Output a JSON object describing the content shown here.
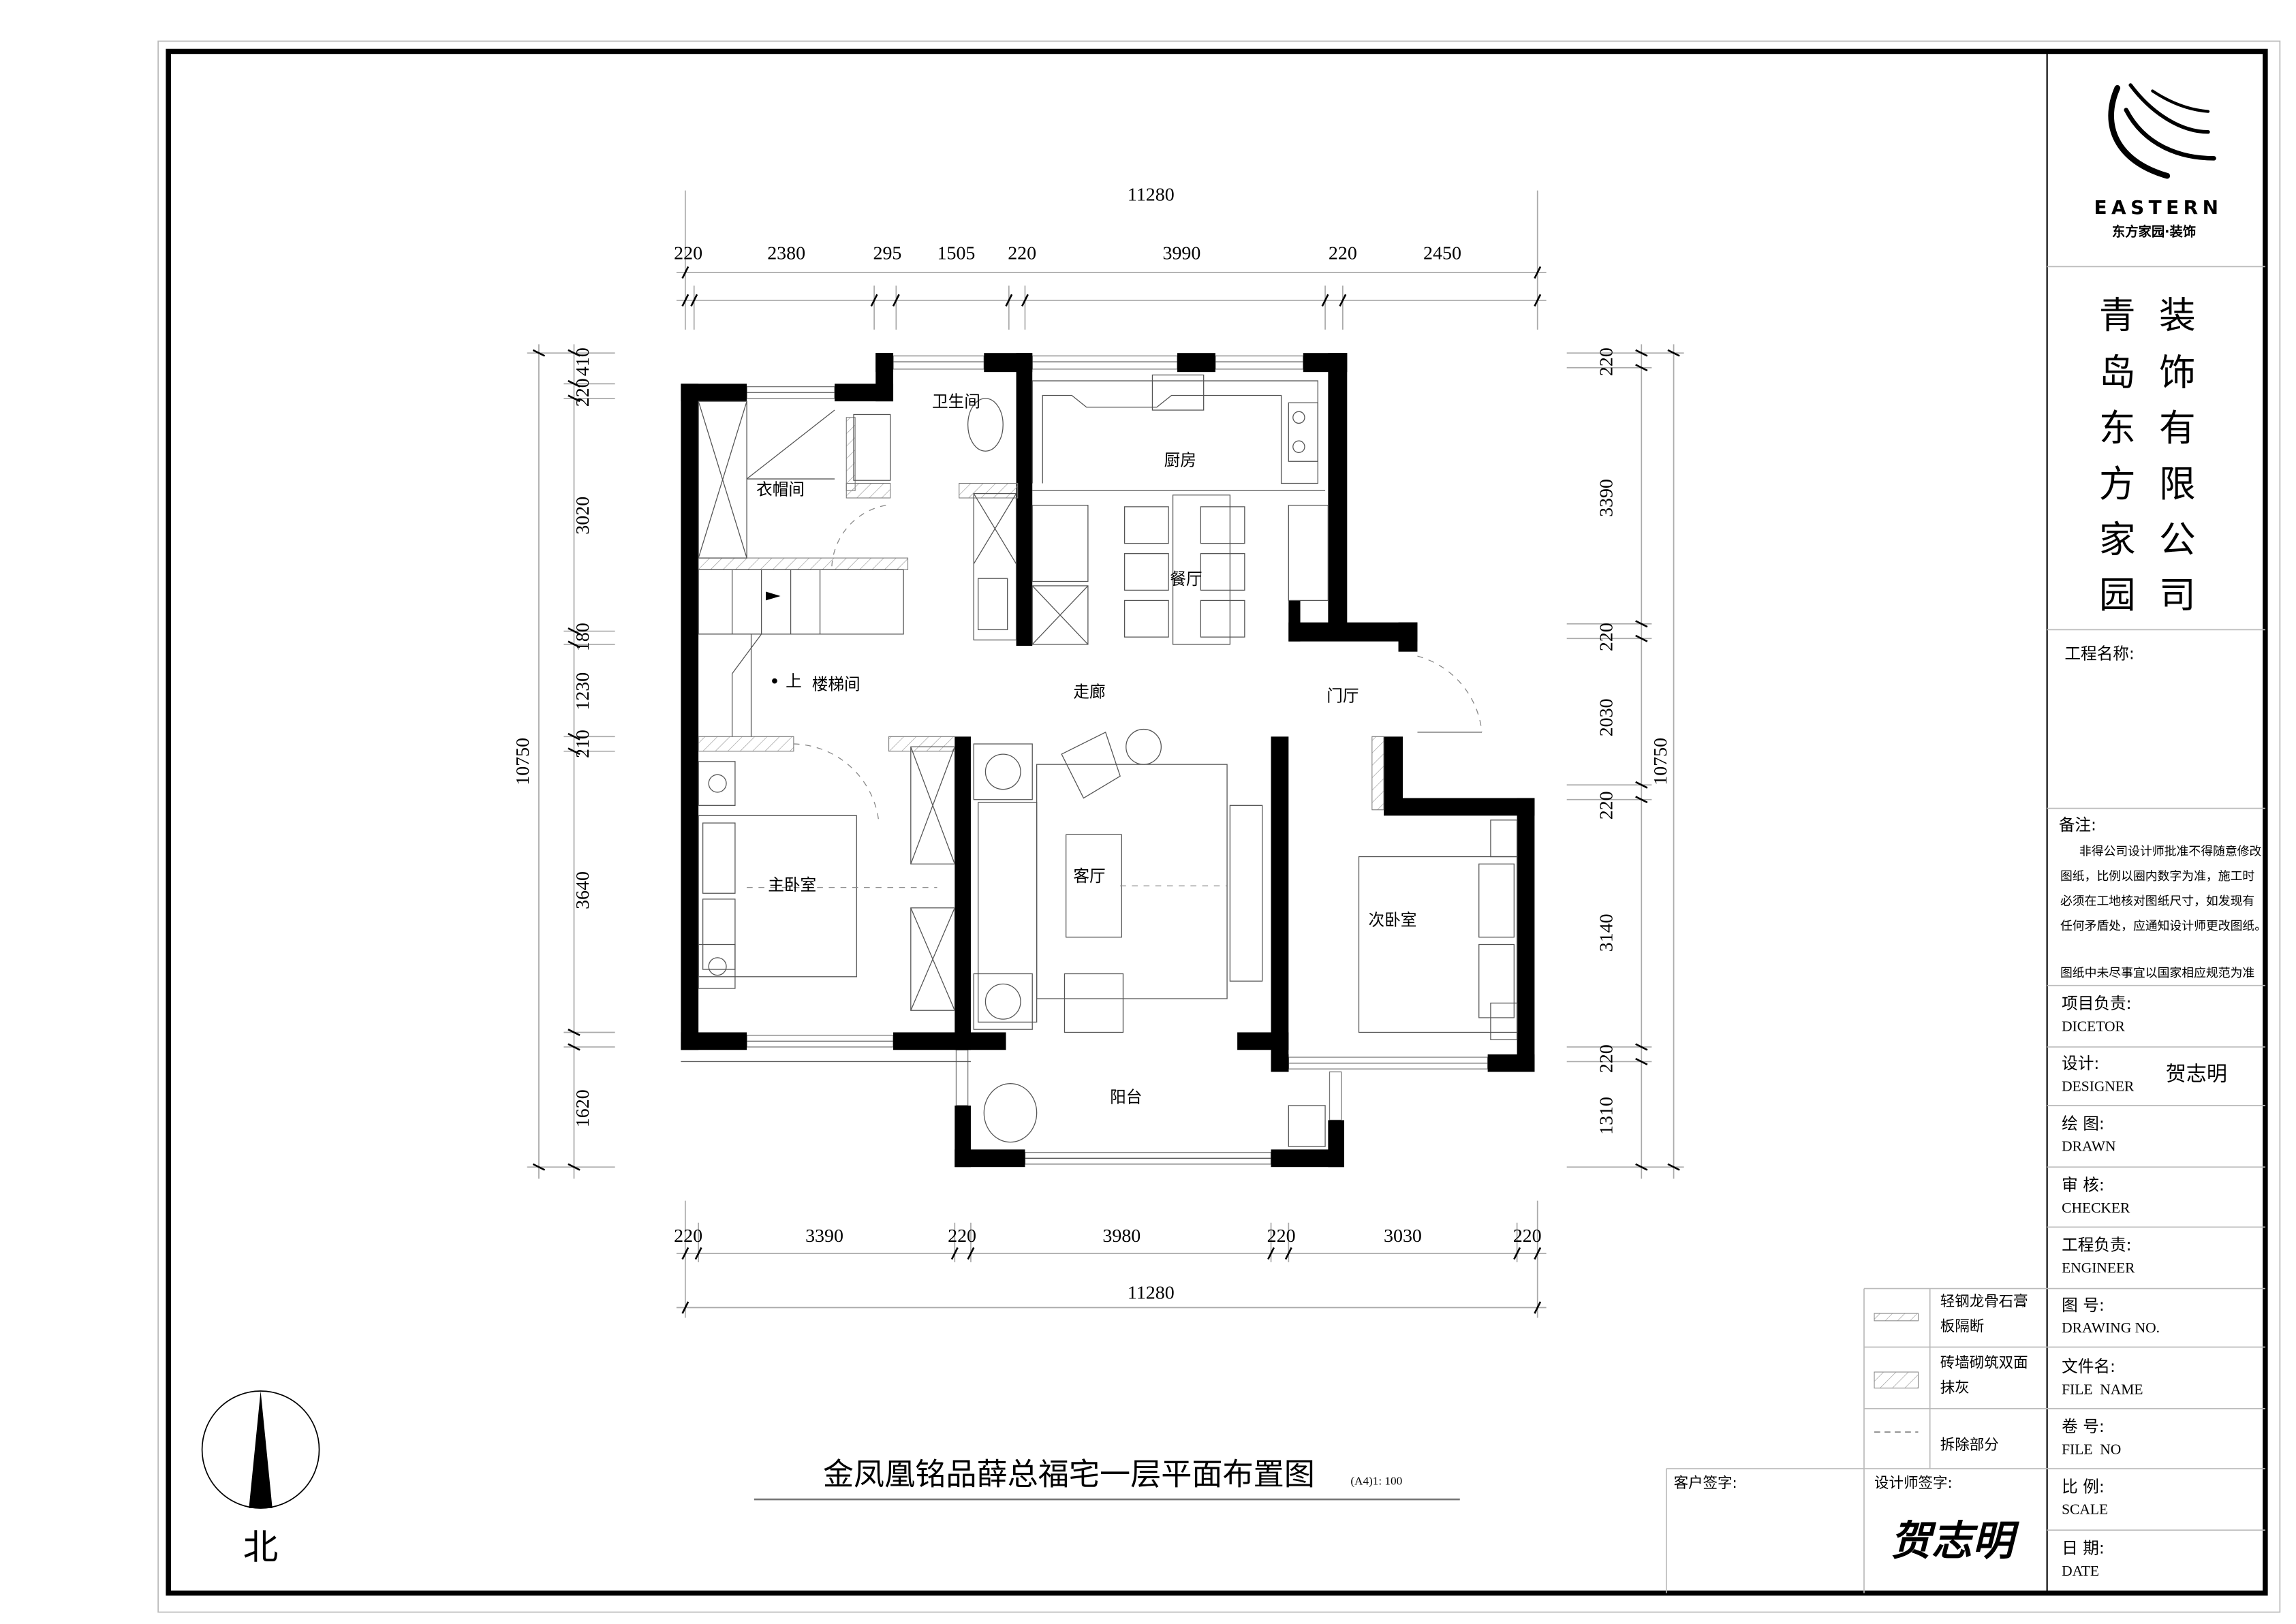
{
  "drawing": {
    "title": "金凤凰铭品薛总福宅一层平面布置图",
    "scale_note": "(A4)1: 100",
    "north_label": "北"
  },
  "dimensions": {
    "top_total": "11280",
    "top": [
      "220",
      "2380",
      "295",
      "1505",
      "220",
      "3990",
      "220",
      "2450"
    ],
    "bottom_total": "11280",
    "bottom": [
      "220",
      "3390",
      "220",
      "3980",
      "220",
      "3030",
      "220"
    ],
    "left_total": "10750",
    "left": [
      "220",
      "410",
      "3020",
      "180",
      "1230",
      "210",
      "3640",
      "1620"
    ],
    "right_total": "10750",
    "right": [
      "220",
      "3390",
      "220",
      "2030",
      "220",
      "3140",
      "220",
      "1310"
    ]
  },
  "rooms": {
    "cloakroom": "衣帽间",
    "bathroom": "卫生间",
    "kitchen": "厨房",
    "dining": "餐厅",
    "stair_up": "上",
    "stairwell": "楼梯间",
    "corridor": "走廊",
    "foyer": "门厅",
    "master_bedroom": "主卧室",
    "living_room": "客厅",
    "second_bedroom": "次卧室",
    "balcony": "阳台"
  },
  "title_block": {
    "logo_word": "EASTERN",
    "logo_sub": "东方家园·装饰",
    "company_col1": [
      "青",
      "岛",
      "东",
      "方",
      "家",
      "园"
    ],
    "company_col2": [
      "装",
      "饰",
      "有",
      "限",
      "公",
      "司"
    ],
    "project_name_label": "工程名称:",
    "notes_label": "备注:",
    "notes_lines": [
      "非得公司设计师批准不得随意修改",
      "图纸，比例以圈内数字为准，施工时",
      "必须在工地核对图纸尺寸，如发现有",
      "任何矛盾处，应通知设计师更改图纸。"
    ],
    "notes_footer": "图纸中未尽事宜以国家相应规范为准",
    "rows": [
      {
        "cn": "项目负责:",
        "en": "DICETOR",
        "value": ""
      },
      {
        "cn": "设计:",
        "en": "DESIGNER",
        "value": "贺志明"
      },
      {
        "cn": "绘 图:",
        "en": "DRAWN",
        "value": ""
      },
      {
        "cn": "审 核:",
        "en": "CHECKER",
        "value": ""
      },
      {
        "cn": "工程负责:",
        "en": "ENGINEER",
        "value": ""
      },
      {
        "cn": "图 号:",
        "en": "DRAWING NO.",
        "value": ""
      },
      {
        "cn": "文件名:",
        "en": "FILE  NAME",
        "value": ""
      },
      {
        "cn": "卷 号:",
        "en": "FILE  NO",
        "value": ""
      },
      {
        "cn": "比 例:",
        "en": "SCALE",
        "value": ""
      },
      {
        "cn": "日 期:",
        "en": "DATE",
        "value": ""
      }
    ],
    "legend": [
      {
        "line1": "轻钢龙骨石膏",
        "line2": "板隔断"
      },
      {
        "line1": "砖墙砌筑双面",
        "line2": "抹灰"
      },
      {
        "line1": "拆除部分",
        "line2": ""
      }
    ],
    "client_signature_label": "客户签字:",
    "designer_signature_label": "设计师签字:",
    "designer_signature": "贺志明"
  }
}
